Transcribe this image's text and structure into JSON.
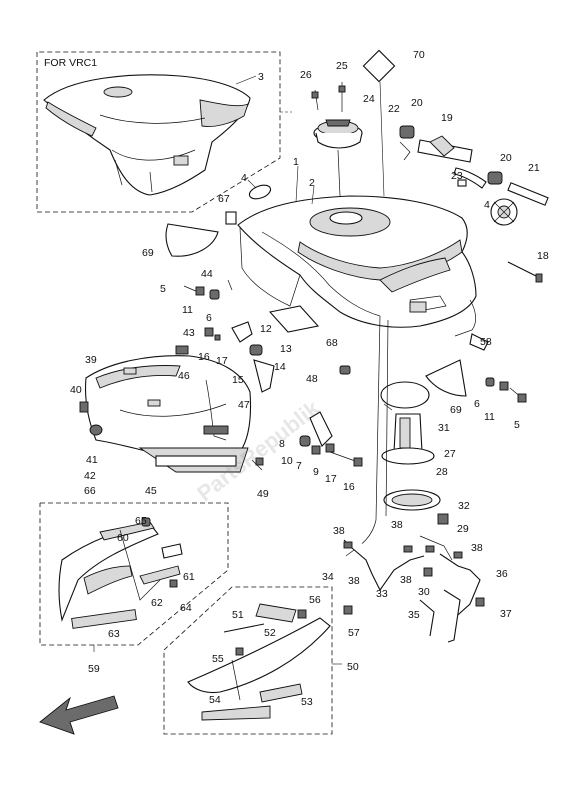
{
  "diagram": {
    "variant_note": "FOR VRC1",
    "watermark": "PartsRepublik"
  },
  "callouts": [
    {
      "id": "c1",
      "text": "1"
    },
    {
      "id": "c2",
      "text": "2"
    },
    {
      "id": "c3",
      "text": "3"
    },
    {
      "id": "c4",
      "text": "4"
    },
    {
      "id": "c4b",
      "text": "4"
    },
    {
      "id": "c5",
      "text": "5"
    },
    {
      "id": "c5b",
      "text": "5"
    },
    {
      "id": "c6",
      "text": "6"
    },
    {
      "id": "c6b",
      "text": "6"
    },
    {
      "id": "c7",
      "text": "7"
    },
    {
      "id": "c8",
      "text": "8"
    },
    {
      "id": "c9",
      "text": "9"
    },
    {
      "id": "c10",
      "text": "10"
    },
    {
      "id": "c11",
      "text": "11"
    },
    {
      "id": "c11b",
      "text": "11"
    },
    {
      "id": "c12",
      "text": "12"
    },
    {
      "id": "c13",
      "text": "13"
    },
    {
      "id": "c14",
      "text": "14"
    },
    {
      "id": "c15",
      "text": "15"
    },
    {
      "id": "c16",
      "text": "16"
    },
    {
      "id": "c16b",
      "text": "16"
    },
    {
      "id": "c17",
      "text": "17"
    },
    {
      "id": "c17b",
      "text": "17"
    },
    {
      "id": "c18",
      "text": "18"
    },
    {
      "id": "c19",
      "text": "19"
    },
    {
      "id": "c20",
      "text": "20"
    },
    {
      "id": "c20b",
      "text": "20"
    },
    {
      "id": "c21",
      "text": "21"
    },
    {
      "id": "c22",
      "text": "22"
    },
    {
      "id": "c23",
      "text": "23"
    },
    {
      "id": "c24",
      "text": "24"
    },
    {
      "id": "c25",
      "text": "25"
    },
    {
      "id": "c26",
      "text": "26"
    },
    {
      "id": "c27",
      "text": "27"
    },
    {
      "id": "c28",
      "text": "28"
    },
    {
      "id": "c29",
      "text": "29"
    },
    {
      "id": "c30",
      "text": "30"
    },
    {
      "id": "c31",
      "text": "31"
    },
    {
      "id": "c32",
      "text": "32"
    },
    {
      "id": "c33",
      "text": "33"
    },
    {
      "id": "c34",
      "text": "34"
    },
    {
      "id": "c35",
      "text": "35"
    },
    {
      "id": "c36",
      "text": "36"
    },
    {
      "id": "c37",
      "text": "37"
    },
    {
      "id": "c38a",
      "text": "38"
    },
    {
      "id": "c38b",
      "text": "38"
    },
    {
      "id": "c38c",
      "text": "38"
    },
    {
      "id": "c38d",
      "text": "38"
    },
    {
      "id": "c38e",
      "text": "38"
    },
    {
      "id": "c39",
      "text": "39"
    },
    {
      "id": "c40",
      "text": "40"
    },
    {
      "id": "c41",
      "text": "41"
    },
    {
      "id": "c42",
      "text": "42"
    },
    {
      "id": "c43",
      "text": "43"
    },
    {
      "id": "c44",
      "text": "44"
    },
    {
      "id": "c45",
      "text": "45"
    },
    {
      "id": "c46",
      "text": "46"
    },
    {
      "id": "c47",
      "text": "47"
    },
    {
      "id": "c48",
      "text": "48"
    },
    {
      "id": "c49",
      "text": "49"
    },
    {
      "id": "c50",
      "text": "50"
    },
    {
      "id": "c51",
      "text": "51"
    },
    {
      "id": "c52",
      "text": "52"
    },
    {
      "id": "c53",
      "text": "53"
    },
    {
      "id": "c54",
      "text": "54"
    },
    {
      "id": "c55",
      "text": "55"
    },
    {
      "id": "c56",
      "text": "56"
    },
    {
      "id": "c57",
      "text": "57"
    },
    {
      "id": "c58",
      "text": "58"
    },
    {
      "id": "c59",
      "text": "59"
    },
    {
      "id": "c60",
      "text": "60"
    },
    {
      "id": "c61",
      "text": "61"
    },
    {
      "id": "c62",
      "text": "62"
    },
    {
      "id": "c63",
      "text": "63"
    },
    {
      "id": "c64",
      "text": "64"
    },
    {
      "id": "c65",
      "text": "65"
    },
    {
      "id": "c66",
      "text": "66"
    },
    {
      "id": "c67",
      "text": "67"
    },
    {
      "id": "c68",
      "text": "68"
    },
    {
      "id": "c69",
      "text": "69"
    },
    {
      "id": "c69b",
      "text": "69"
    },
    {
      "id": "c70",
      "text": "70"
    }
  ]
}
